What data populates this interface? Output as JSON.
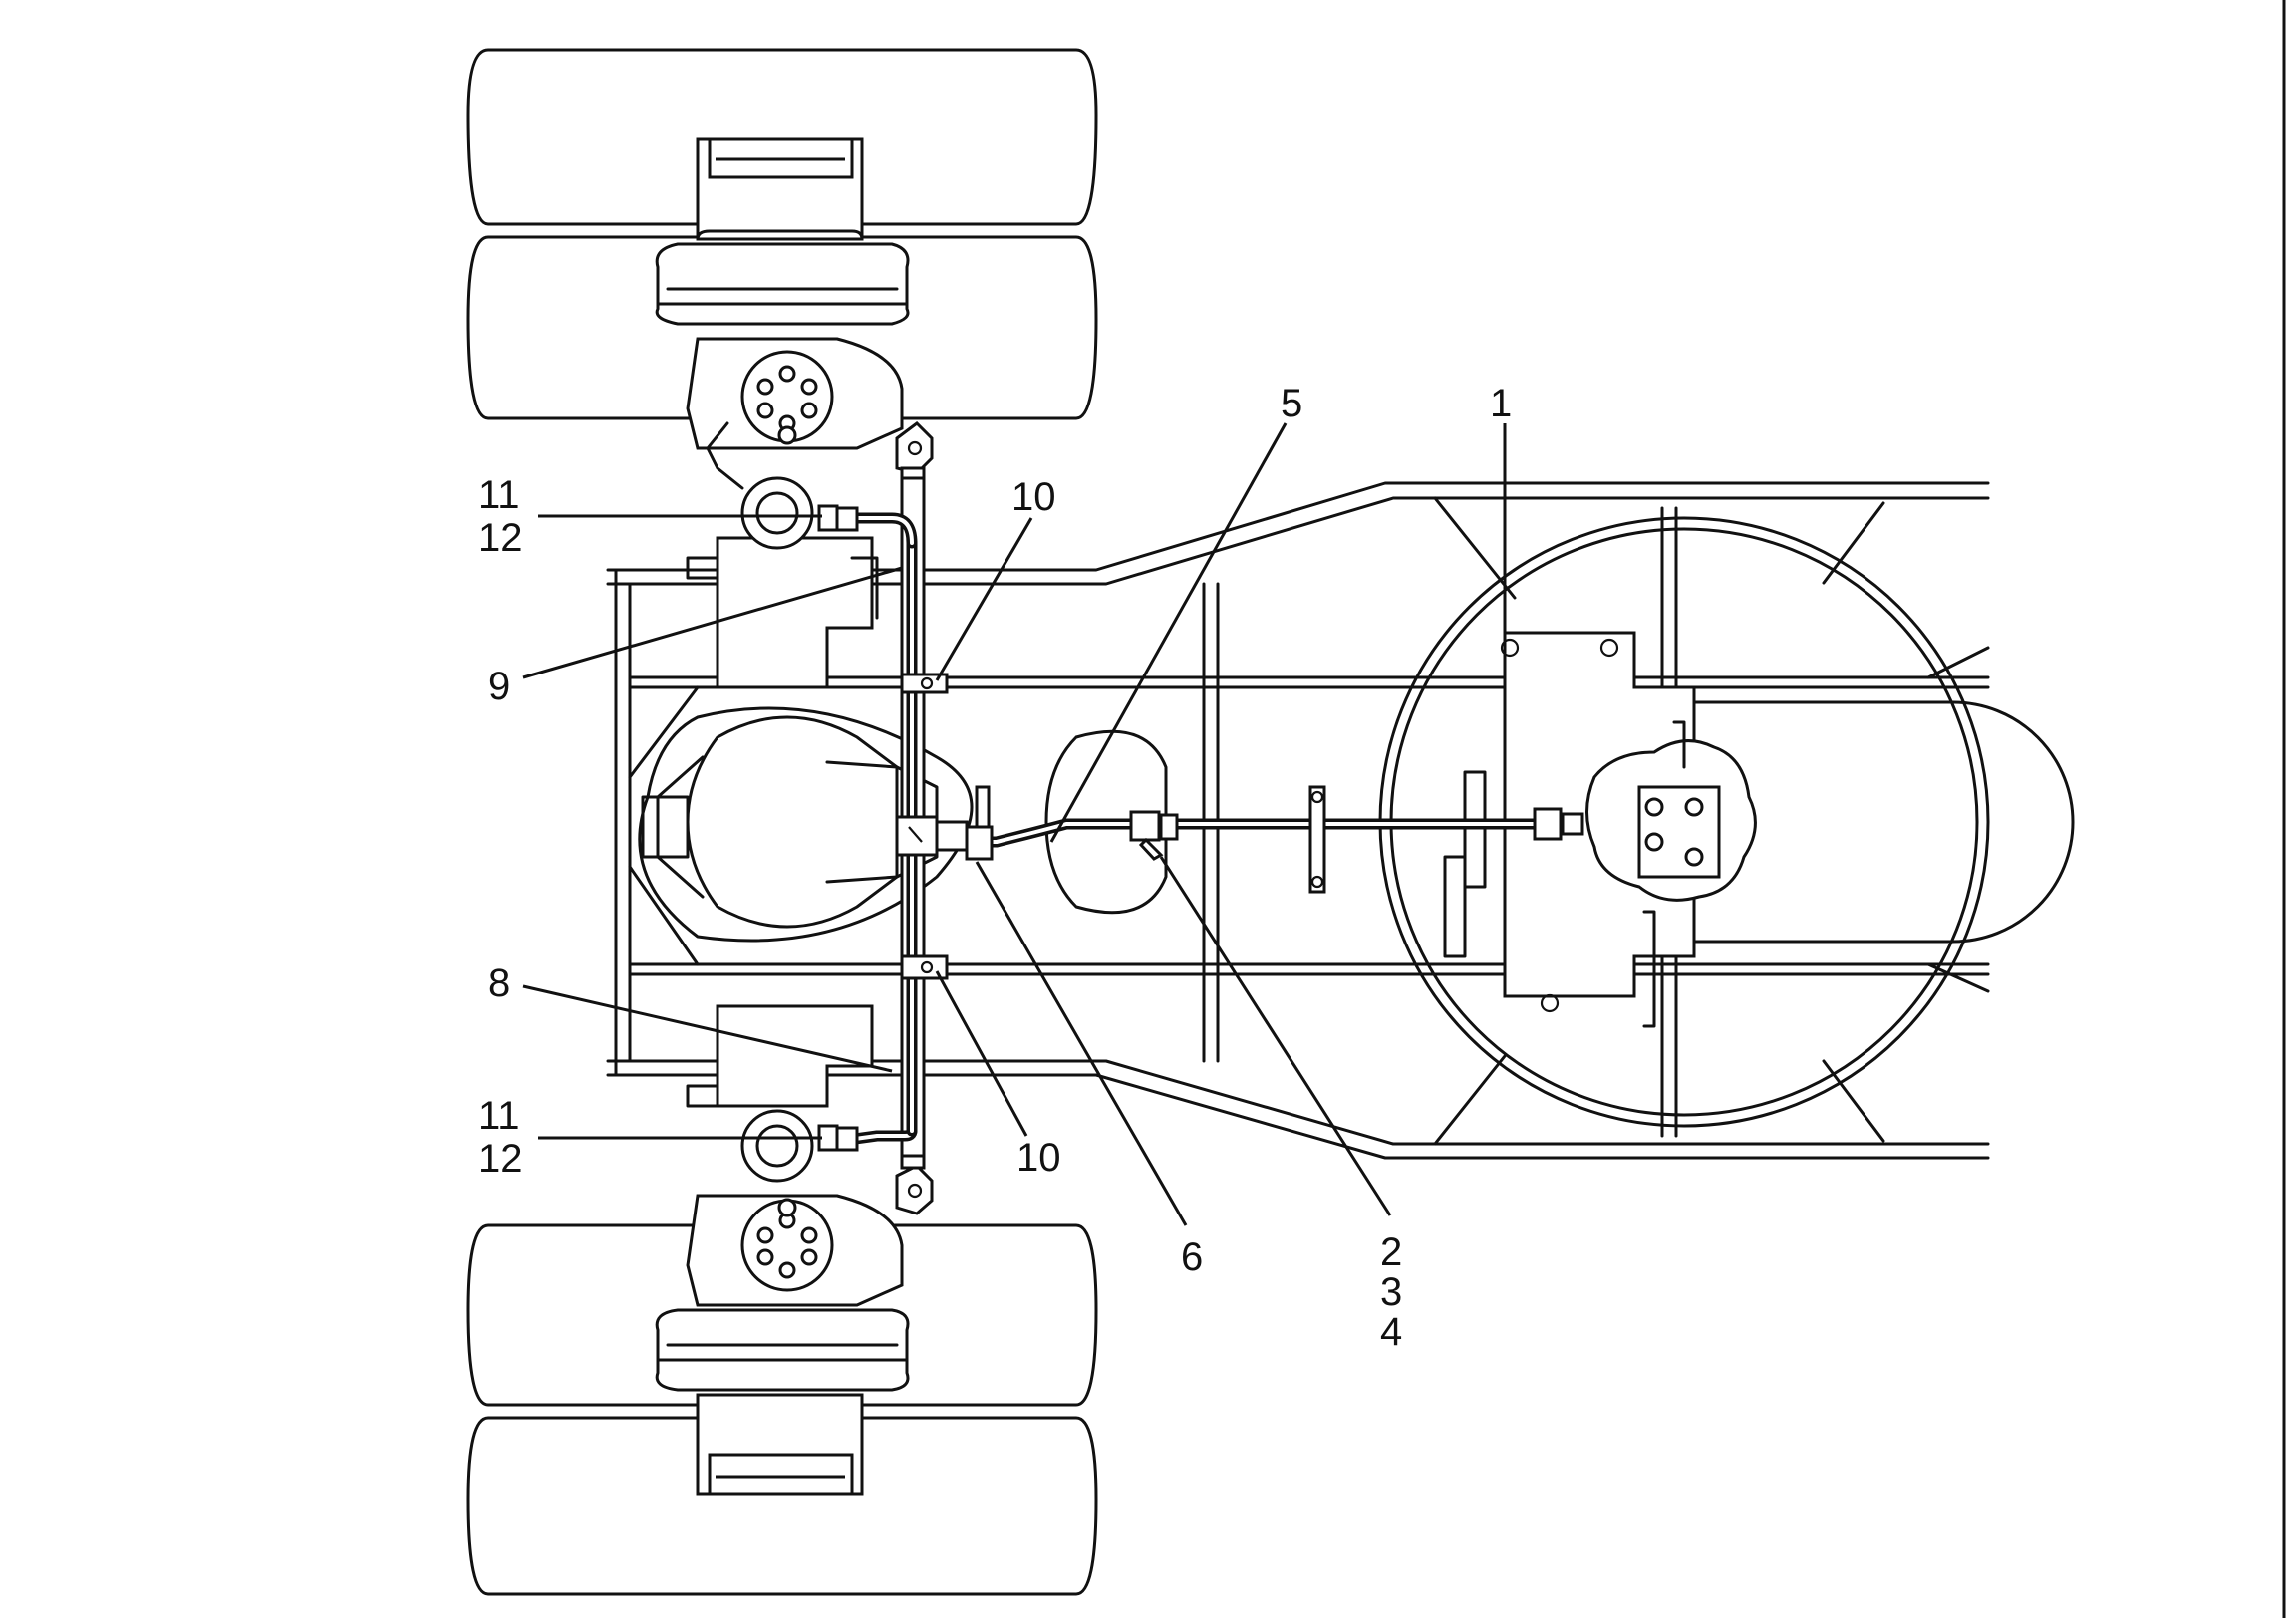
{
  "callouts": {
    "c1": "1",
    "c5": "5",
    "c10_top": "10",
    "c11_top": "11",
    "c12_top": "12",
    "c9": "9",
    "c8": "8",
    "c11_bottom": "11",
    "c12_bottom": "12",
    "c10_bottom": "10",
    "c6": "6",
    "c2": "2",
    "c3": "3",
    "c4": "4"
  }
}
